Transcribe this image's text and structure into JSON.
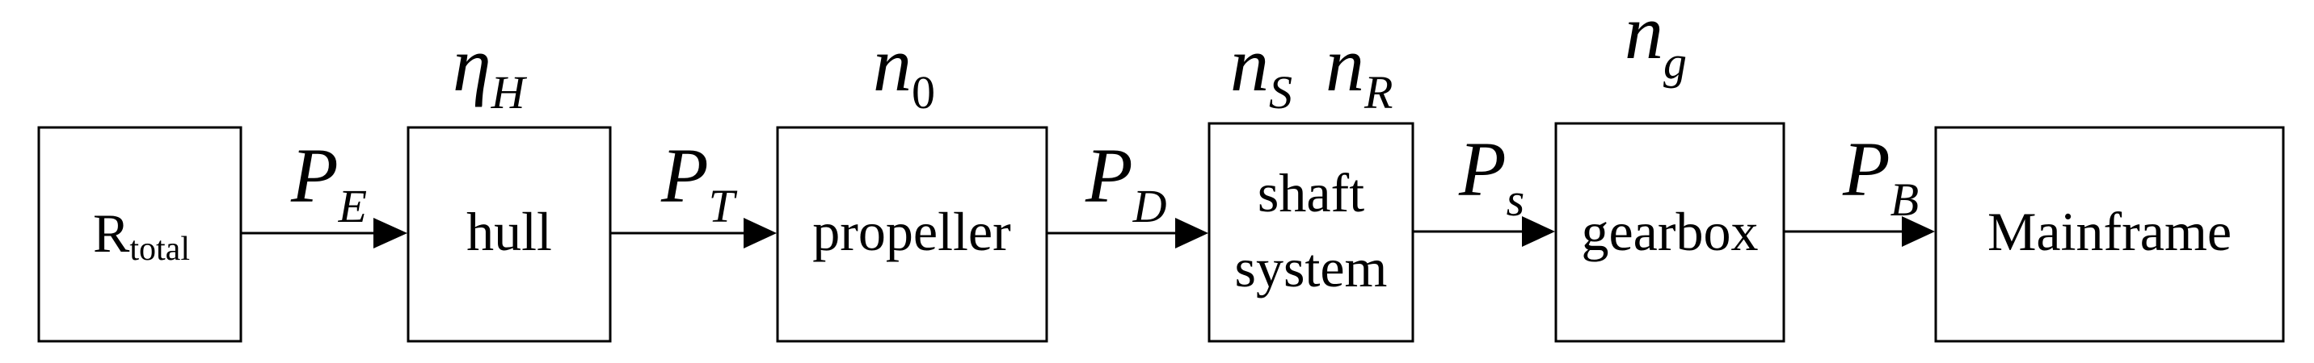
{
  "blocks": [
    {
      "id": "rtotal",
      "main": "R",
      "sub": "total"
    },
    {
      "id": "hull",
      "label": "hull"
    },
    {
      "id": "propeller",
      "label": "propeller"
    },
    {
      "id": "shaft",
      "line1": "shaft",
      "line2": "system"
    },
    {
      "id": "gearbox",
      "label": "gearbox"
    },
    {
      "id": "mainframe",
      "label": "Mainframe"
    }
  ],
  "power_labels": [
    {
      "main": "P",
      "sub": "E"
    },
    {
      "main": "P",
      "sub": "T"
    },
    {
      "main": "P",
      "sub": "D"
    },
    {
      "main": "P",
      "sub": "s"
    },
    {
      "main": "P",
      "sub": "B"
    }
  ],
  "efficiency_labels": {
    "hull": {
      "main": "η",
      "sub": "H"
    },
    "propeller": {
      "main": "n",
      "sub": "0"
    },
    "shaft_s": {
      "main": "n",
      "sub": "S"
    },
    "shaft_r": {
      "main": "n",
      "sub": "R"
    },
    "gearbox": {
      "main": "n",
      "sub": "g"
    }
  }
}
